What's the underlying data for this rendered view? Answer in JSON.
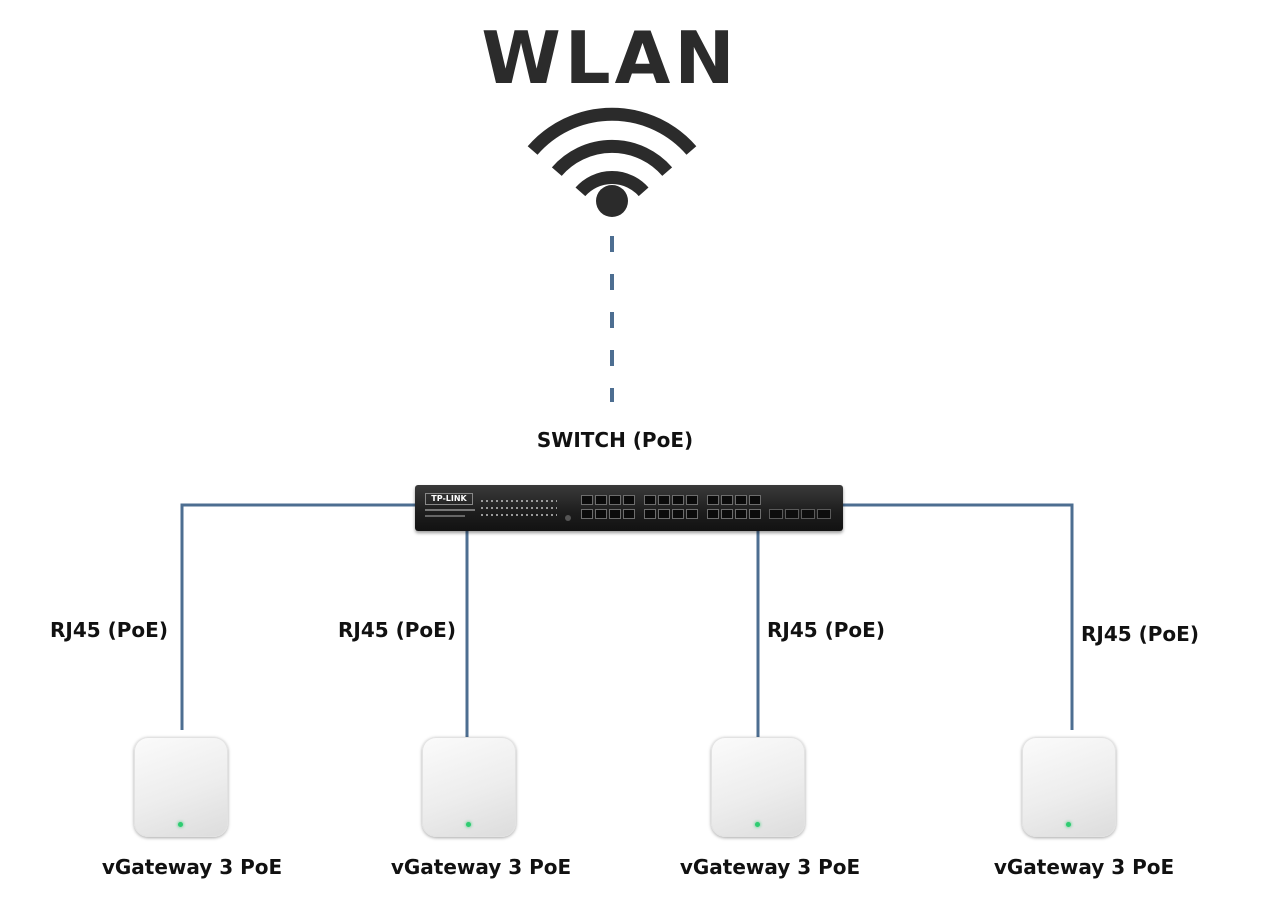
{
  "title": "WLAN",
  "switch": {
    "label": "SWITCH (PoE)",
    "brand": "TP-LINK"
  },
  "links": [
    {
      "label": "RJ45 (PoE)"
    },
    {
      "label": "RJ45 (PoE)"
    },
    {
      "label": "RJ45 (PoE)"
    },
    {
      "label": "RJ45 (PoE)"
    }
  ],
  "gateways": [
    {
      "label": "vGateway 3 PoE"
    },
    {
      "label": "vGateway 3 PoE"
    },
    {
      "label": "vGateway 3 PoE"
    },
    {
      "label": "vGateway 3 PoE"
    }
  ],
  "colors": {
    "connector_line": "#4d6e91",
    "wifi_icon": "#2b2b2b",
    "led": "#2ecc71"
  },
  "icons": {
    "wireless": "wifi-icon"
  }
}
